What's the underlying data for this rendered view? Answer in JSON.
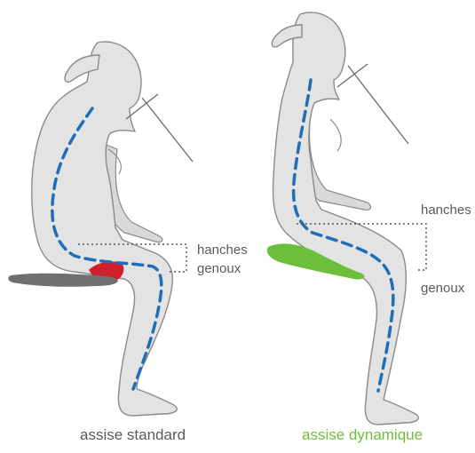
{
  "colors": {
    "body_fill": "#e3e3e3",
    "body_outline": "#8a8a8a",
    "spine_dash": "#1f6fb8",
    "standard_seat": "#707070",
    "standard_pressure": "#d11f2c",
    "dynamic_seat": "#6cbf3a",
    "label_text": "#5a5a5a",
    "caption_standard": "#5a5a5a",
    "caption_dynamic": "#6cbf3a"
  },
  "left_figure": {
    "hips_label": "hanches",
    "knees_label": "genoux",
    "caption": "assise standard"
  },
  "right_figure": {
    "hips_label": "hanches",
    "knees_label": "genoux",
    "caption": "assise dynamique"
  }
}
